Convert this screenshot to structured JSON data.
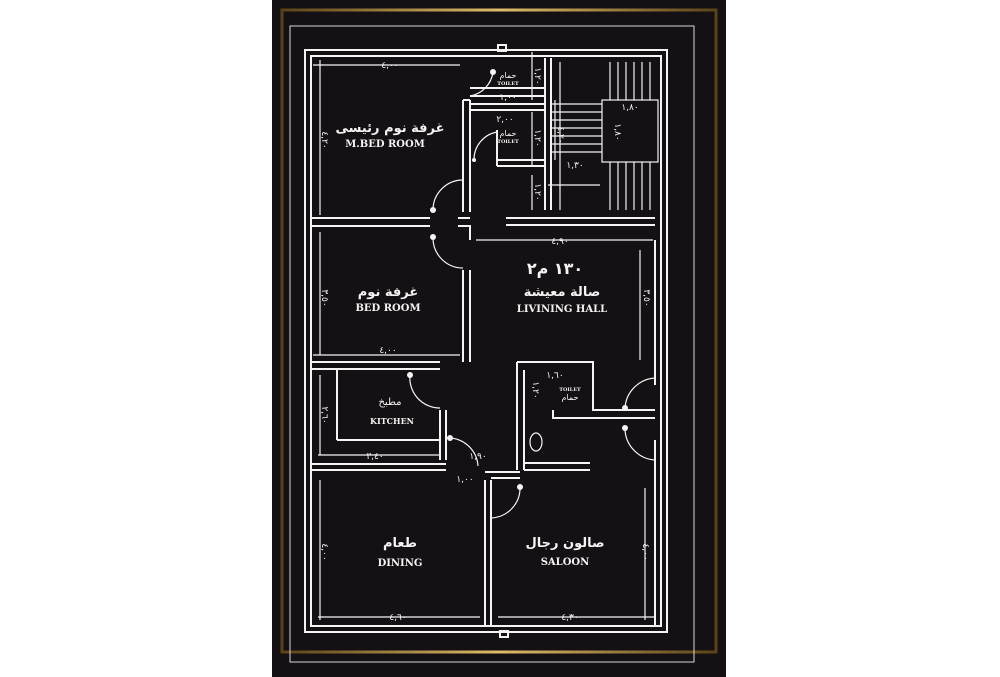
{
  "colors": {
    "background": "#141013",
    "lines": "#f4f4f4",
    "frame": "#b8913e"
  },
  "rooms": {
    "master_bed": {
      "ar": "غرفة نوم رئيسى",
      "en": "M.BED ROOM",
      "dims": [
        "٤,٠٠",
        "٤,٢٠"
      ]
    },
    "toilet1": {
      "ar": "حمام",
      "en": "TOILET",
      "dims": [
        "١,٢٠",
        "١,٠٠"
      ]
    },
    "toilet2": {
      "ar": "حمام",
      "en": "TOILET",
      "dims": [
        "٢,٠٠",
        "١,٢٠"
      ]
    },
    "corridor_dim": "١,٢٠",
    "stairs": {
      "dims": [
        "١,٨٠",
        "١,٨٠",
        "١,٣٠",
        "٤,٢٠"
      ]
    },
    "bed": {
      "ar": "غرفة نوم",
      "en": "BED ROOM",
      "dims": [
        "٣,٥٠",
        "٤,٠٠"
      ]
    },
    "living": {
      "area": "١٣٠ م٢",
      "ar": "صالة معيشة",
      "en": "LIVINING HALL",
      "dims": [
        "٤,٩٠",
        "٣,٥٠"
      ]
    },
    "kitchen": {
      "ar": "مطبخ",
      "en": "KITCHEN",
      "dims": [
        "٢,٦٠",
        "٣,٤٠"
      ]
    },
    "toilet3": {
      "ar": "حمام",
      "en": "TOILET",
      "dims": [
        "١,٦٠",
        "١,٢٠"
      ]
    },
    "entry": {
      "dims": [
        "١,٩٠",
        "١,٠٠"
      ]
    },
    "dining": {
      "ar": "طعام",
      "en": "DINING",
      "dims": [
        "٤,٦٠",
        "٤,٠٠"
      ]
    },
    "saloon": {
      "ar": "صالون رجال",
      "en": "SALOON",
      "dims": [
        "٤,٣٠",
        "٤,٠٠"
      ]
    }
  }
}
